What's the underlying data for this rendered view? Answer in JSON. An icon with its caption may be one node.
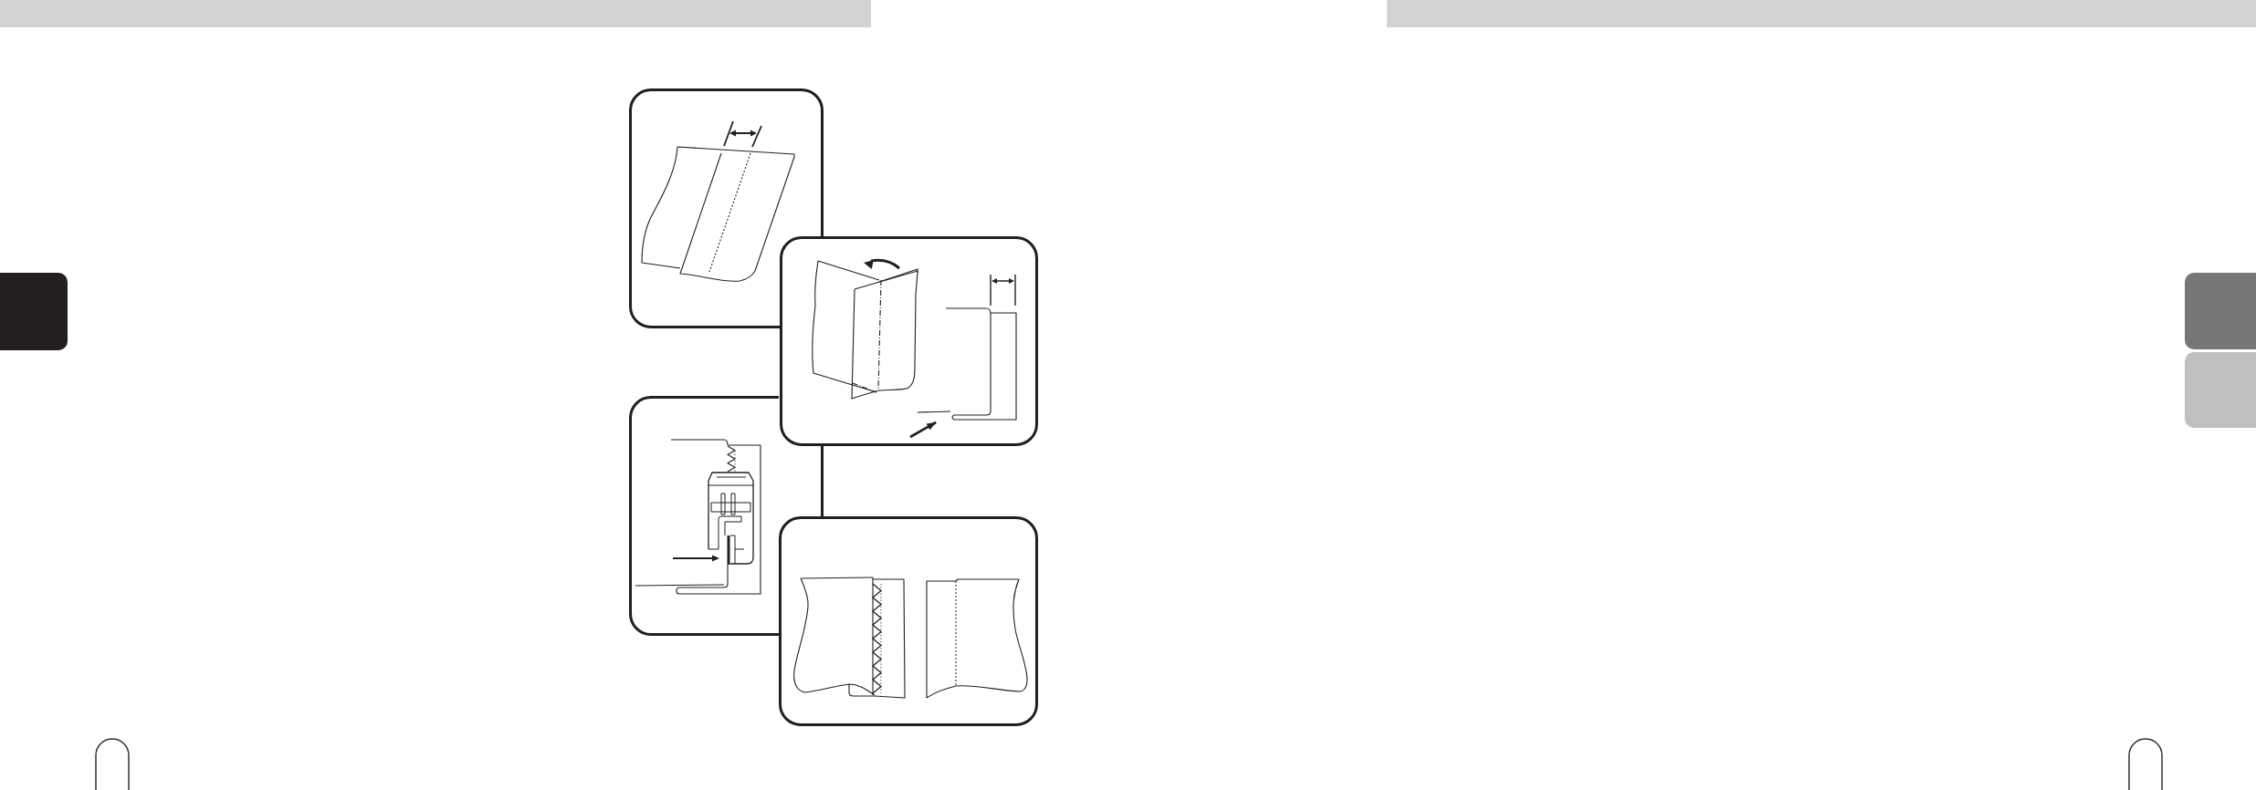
{
  "diagram": {
    "nodes": [
      {
        "text": [],
        "shape": "tab"
      },
      {
        "text": [],
        "shape": "box"
      },
      {
        "text": [],
        "shape": "box"
      },
      {
        "text": [],
        "shape": "picture",
        "in": 2
      },
      {
        "text": [],
        "shape": "box"
      },
      {
        "text": [],
        "shape": "box"
      },
      {
        "text": [],
        "shape": "tab"
      },
      {
        "text": [],
        "shape": "tab"
      }
    ],
    "edges": [
      {
        "from": null,
        "to": 3,
        "arrow": "to"
      },
      {
        "from": 2,
        "to": 5,
        "arrow": "none"
      }
    ]
  }
}
